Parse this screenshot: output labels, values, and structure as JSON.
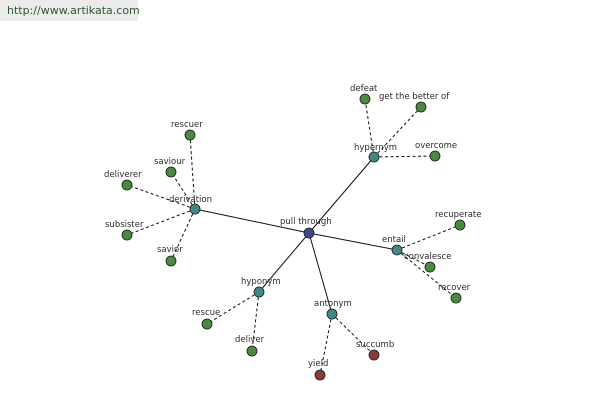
{
  "source_link": "http://www.artikata.com",
  "colors": {
    "center": "#3d4a8c",
    "relation": "#3e8a86",
    "word": "#4a8a3f",
    "antonym_word": "#8b3838"
  },
  "center": {
    "label": "pull through"
  },
  "relations": {
    "derivation": {
      "label": "derivation"
    },
    "hypernym": {
      "label": "hypernym"
    },
    "entail": {
      "label": "entail"
    },
    "hyponym": {
      "label": "hyponym"
    },
    "antonym": {
      "label": "antonym"
    }
  },
  "words": {
    "rescuer": "rescuer",
    "saviour": "saviour",
    "deliverer": "deliverer",
    "subsister": "subsister",
    "savior": "savior",
    "defeat": "defeat",
    "get_the_better_of": "get the better of",
    "overcome": "overcome",
    "recuperate": "recuperate",
    "convalesce": "convalesce",
    "recover": "recover",
    "rescue": "rescue",
    "deliver": "deliver",
    "yield": "yield",
    "succumb": "succumb"
  }
}
